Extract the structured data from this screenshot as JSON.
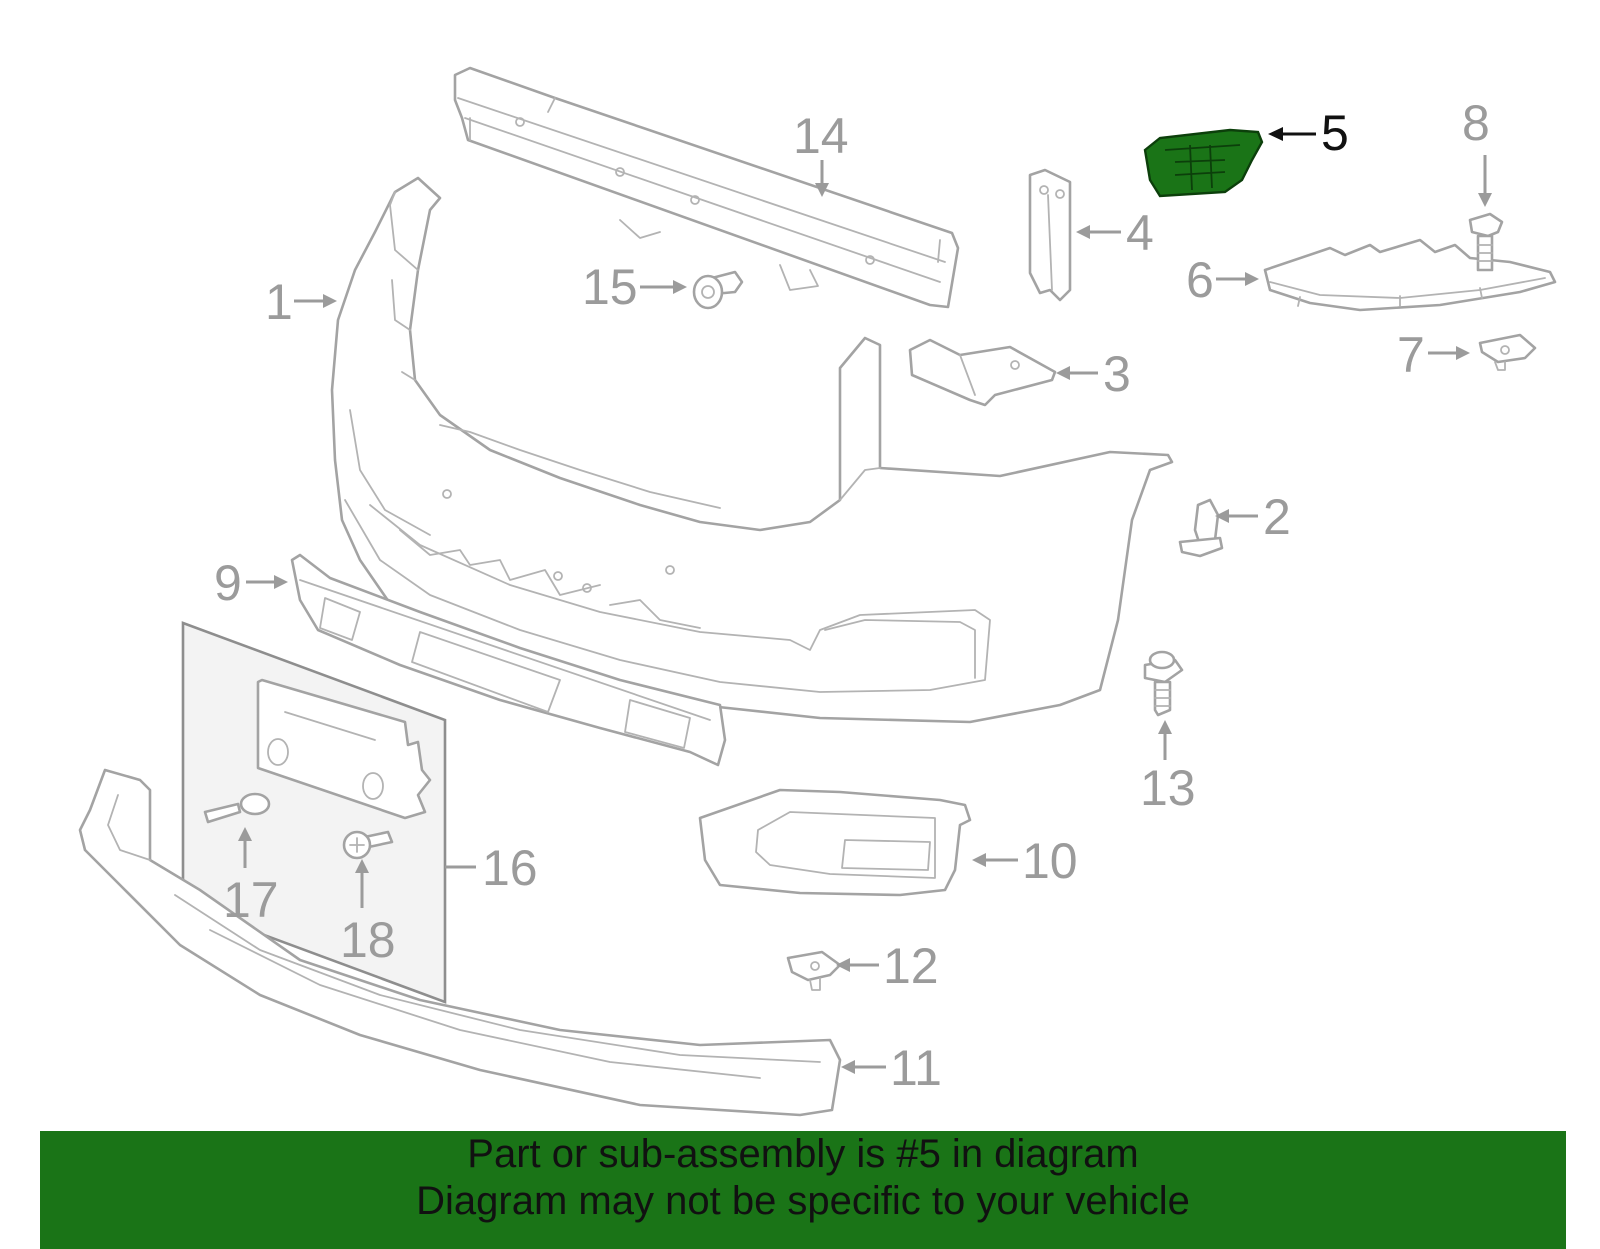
{
  "diagram": {
    "highlighted_part": "5",
    "highlight_color": "#1a7417",
    "line_color": "#a3a3a3",
    "callouts": [
      {
        "id": "c1",
        "label": "1"
      },
      {
        "id": "c2",
        "label": "2"
      },
      {
        "id": "c3",
        "label": "3"
      },
      {
        "id": "c4",
        "label": "4"
      },
      {
        "id": "c5",
        "label": "5"
      },
      {
        "id": "c6",
        "label": "6"
      },
      {
        "id": "c7",
        "label": "7"
      },
      {
        "id": "c8",
        "label": "8"
      },
      {
        "id": "c9",
        "label": "9"
      },
      {
        "id": "c10",
        "label": "10"
      },
      {
        "id": "c11",
        "label": "11"
      },
      {
        "id": "c12",
        "label": "12"
      },
      {
        "id": "c13",
        "label": "13"
      },
      {
        "id": "c14",
        "label": "14"
      },
      {
        "id": "c15",
        "label": "15"
      },
      {
        "id": "c16",
        "label": "16"
      },
      {
        "id": "c17",
        "label": "17"
      },
      {
        "id": "c18",
        "label": "18"
      }
    ]
  },
  "banner": {
    "line1": "Part or sub-assembly is #5 in diagram",
    "line2": "Diagram may not be specific to your vehicle",
    "background": "#1a7417"
  }
}
